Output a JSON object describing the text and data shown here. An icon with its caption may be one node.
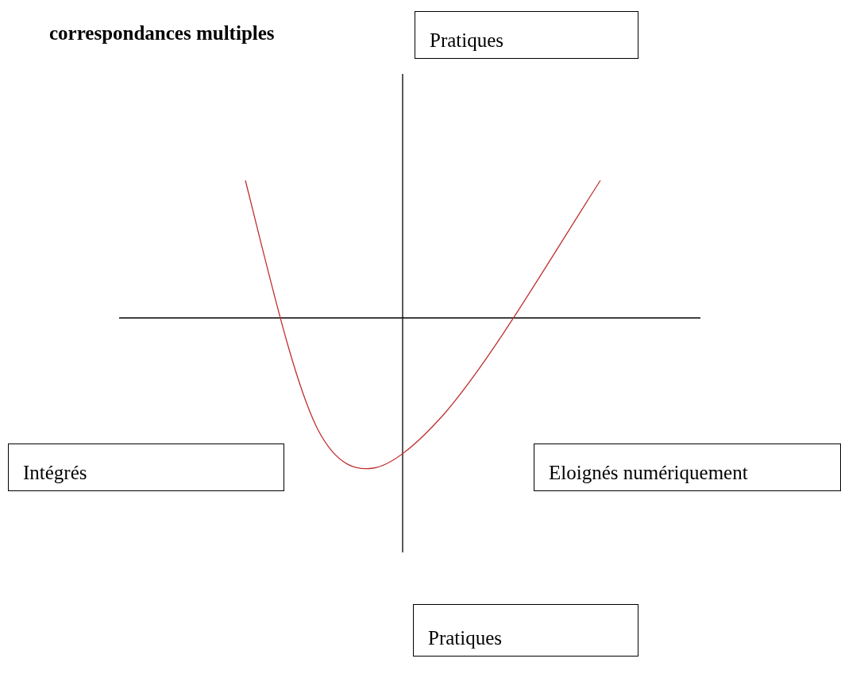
{
  "diagram": {
    "title": "correspondances multiples",
    "nodes": [
      {
        "text": [
          "Pratiques"
        ]
      },
      {
        "text": [
          "Intégrés"
        ]
      },
      {
        "text": [
          "Eloignés numériquement"
        ]
      },
      {
        "text": [
          "Pratiques"
        ]
      }
    ],
    "edges": []
  }
}
